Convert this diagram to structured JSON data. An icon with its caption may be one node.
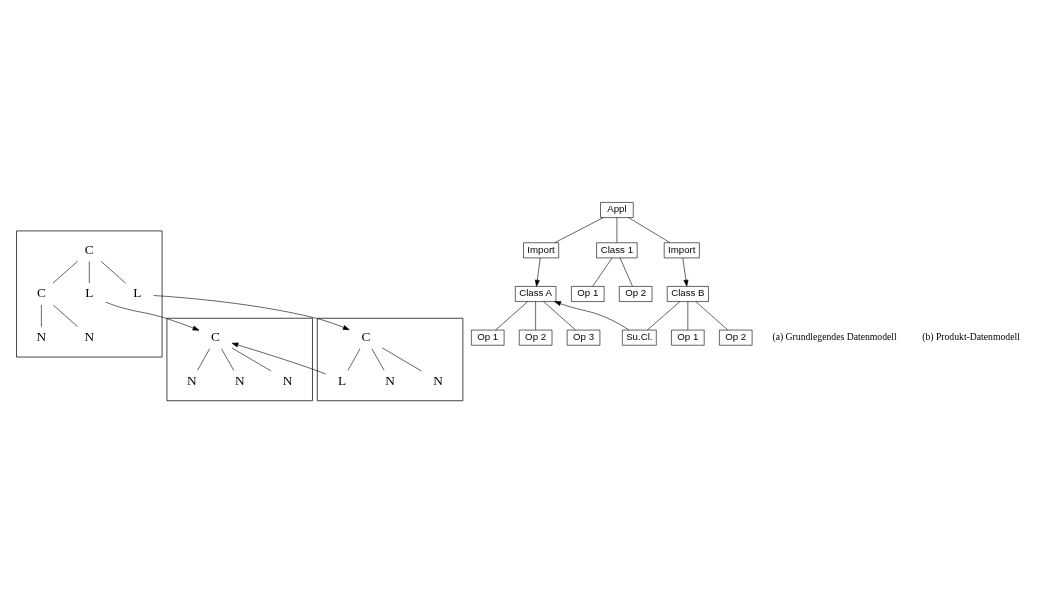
{
  "diagram": {
    "nodes": [
      {
        "text": [],
        "shape": "box"
      },
      {
        "text": [
          "C"
        ],
        "in": 0
      },
      {
        "text": [
          "L"
        ],
        "in": 0
      },
      {
        "text": [
          "C"
        ],
        "in": 0
      },
      {
        "text": [
          "L"
        ],
        "in": 0
      },
      {
        "text": [
          "N"
        ],
        "in": 0
      },
      {
        "text": [
          "N"
        ],
        "in": 0
      },
      {
        "text": [],
        "shape": "box"
      },
      {
        "text": [
          "C"
        ],
        "in": 7
      },
      {
        "text": [
          "N"
        ],
        "in": 7
      },
      {
        "text": [
          "N"
        ],
        "in": 7
      },
      {
        "text": [
          "N"
        ],
        "in": 7
      },
      {
        "text": [],
        "shape": "box"
      },
      {
        "text": [
          "C"
        ],
        "in": 12
      },
      {
        "text": [
          "L"
        ],
        "in": 12
      },
      {
        "text": [
          "N"
        ],
        "in": 12
      },
      {
        "text": [
          "N"
        ],
        "in": 12
      },
      {
        "text": [
          "Appl"
        ]
      },
      {
        "text": [
          "Import"
        ]
      },
      {
        "text": [
          "Class 1"
        ]
      },
      {
        "text": [
          "Import"
        ]
      },
      {
        "text": [
          "Op 1"
        ]
      },
      {
        "text": [
          "Op 2"
        ]
      },
      {
        "text": [
          "Class A"
        ]
      },
      {
        "text": [
          "Class B"
        ]
      },
      {
        "text": [
          "Op 1"
        ]
      },
      {
        "text": [
          "Op 2"
        ]
      },
      {
        "text": [
          "Op 3"
        ]
      },
      {
        "text": [
          "Su.Cl."
        ]
      },
      {
        "text": [
          "Op 1"
        ]
      },
      {
        "text": [
          "Op 2"
        ]
      }
    ],
    "edges": [
      {
        "from": 1,
        "to": 2,
        "arrow": "none"
      },
      {
        "from": 1,
        "to": 3,
        "arrow": "none"
      },
      {
        "from": 1,
        "to": 4,
        "arrow": "none"
      },
      {
        "from": 3,
        "to": 5,
        "arrow": "none"
      },
      {
        "from": 3,
        "to": 6,
        "arrow": "none"
      },
      {
        "from": 8,
        "to": 9,
        "arrow": "none"
      },
      {
        "from": 8,
        "to": 10,
        "arrow": "none"
      },
      {
        "from": 8,
        "to": 11,
        "arrow": "none"
      },
      {
        "from": 13,
        "to": 14,
        "arrow": "none"
      },
      {
        "from": 13,
        "to": 15,
        "arrow": "none"
      },
      {
        "from": 13,
        "to": 16,
        "arrow": "none"
      },
      {
        "from": 2,
        "to": 8,
        "arrow": "to"
      },
      {
        "from": 4,
        "to": 13,
        "arrow": "to"
      },
      {
        "from": 14,
        "to": 8,
        "arrow": "to"
      },
      {
        "from": 17,
        "to": 18,
        "arrow": "none"
      },
      {
        "from": 17,
        "to": 19,
        "arrow": "none"
      },
      {
        "from": 17,
        "to": 20,
        "arrow": "none"
      },
      {
        "from": 19,
        "to": 21,
        "arrow": "none"
      },
      {
        "from": 19,
        "to": 22,
        "arrow": "none"
      },
      {
        "from": 18,
        "to": 23,
        "arrow": "to"
      },
      {
        "from": 20,
        "to": 24,
        "arrow": "to"
      },
      {
        "from": 23,
        "to": 25,
        "arrow": "none"
      },
      {
        "from": 23,
        "to": 26,
        "arrow": "none"
      },
      {
        "from": 23,
        "to": 27,
        "arrow": "none"
      },
      {
        "from": 24,
        "to": 28,
        "arrow": "none"
      },
      {
        "from": 24,
        "to": 29,
        "arrow": "none"
      },
      {
        "from": 24,
        "to": 30,
        "arrow": "none"
      },
      {
        "from": 28,
        "to": 23,
        "arrow": "to"
      }
    ],
    "labels": [
      "(a) Grundlegendes Datenmodell",
      "(b) Produkt-Datenmodell"
    ]
  }
}
